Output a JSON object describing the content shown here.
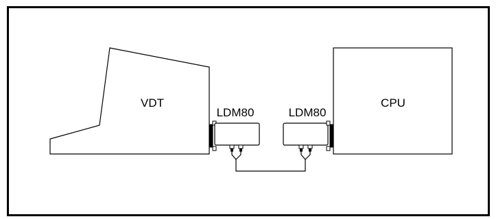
{
  "diagram": {
    "nodes": {
      "vdt": {
        "label": "VDT"
      },
      "cpu": {
        "label": "CPU"
      },
      "modem_left": {
        "label": "LDM80"
      },
      "modem_right": {
        "label": "LDM80"
      }
    },
    "links": [
      {
        "from": "vdt",
        "to": "modem_left"
      },
      {
        "from": "modem_left",
        "to": "modem_right"
      },
      {
        "from": "modem_right",
        "to": "cpu"
      }
    ]
  }
}
